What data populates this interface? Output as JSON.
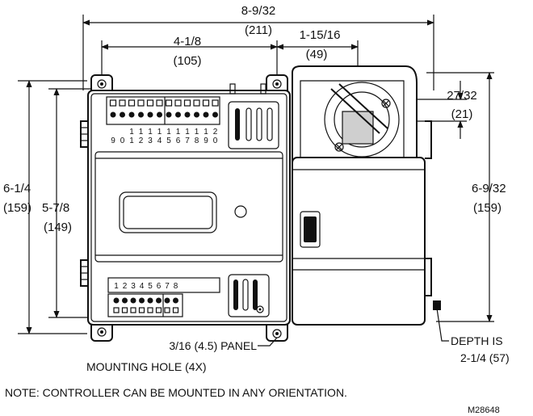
{
  "dimensions": {
    "overall_width": {
      "frac": "8-9/32",
      "mm": "(211)"
    },
    "hole_spacing_h": {
      "frac": "4-1/8",
      "mm": "(105)"
    },
    "actuator_offset": {
      "frac": "1-15/16",
      "mm": "(49)"
    },
    "shaft_offset": {
      "frac": "27/32",
      "mm": "(21)"
    },
    "overall_height_left": {
      "frac": "6-1/4",
      "mm": "(159)"
    },
    "hole_spacing_v": {
      "frac": "5-7/8",
      "mm": "(149)"
    },
    "overall_height_right": {
      "frac": "6-9/32",
      "mm": "(159)"
    }
  },
  "terminal_labels_top": {
    "row1": [
      "",
      "1",
      "1",
      "1",
      "1",
      "1",
      "1",
      "1",
      "1",
      "1",
      "2"
    ],
    "row2": [
      "9",
      "0",
      "1",
      "2",
      "3",
      "4",
      "5",
      "6",
      "7",
      "8",
      "9",
      "0"
    ]
  },
  "terminal_labels_bottom": [
    "1",
    "2",
    "3",
    "4",
    "5",
    "6",
    "7",
    "8"
  ],
  "callouts": {
    "panel_hole_line1": "3/16 (4.5) PANEL",
    "panel_hole_line2": "MOUNTING HOLE (4X)",
    "depth_line1": "DEPTH IS",
    "depth_line2": "2-1/4 (57)"
  },
  "note": "NOTE:  CONTROLLER CAN BE MOUNTED IN ANY ORIENTATION.",
  "figure_id": "M28648"
}
